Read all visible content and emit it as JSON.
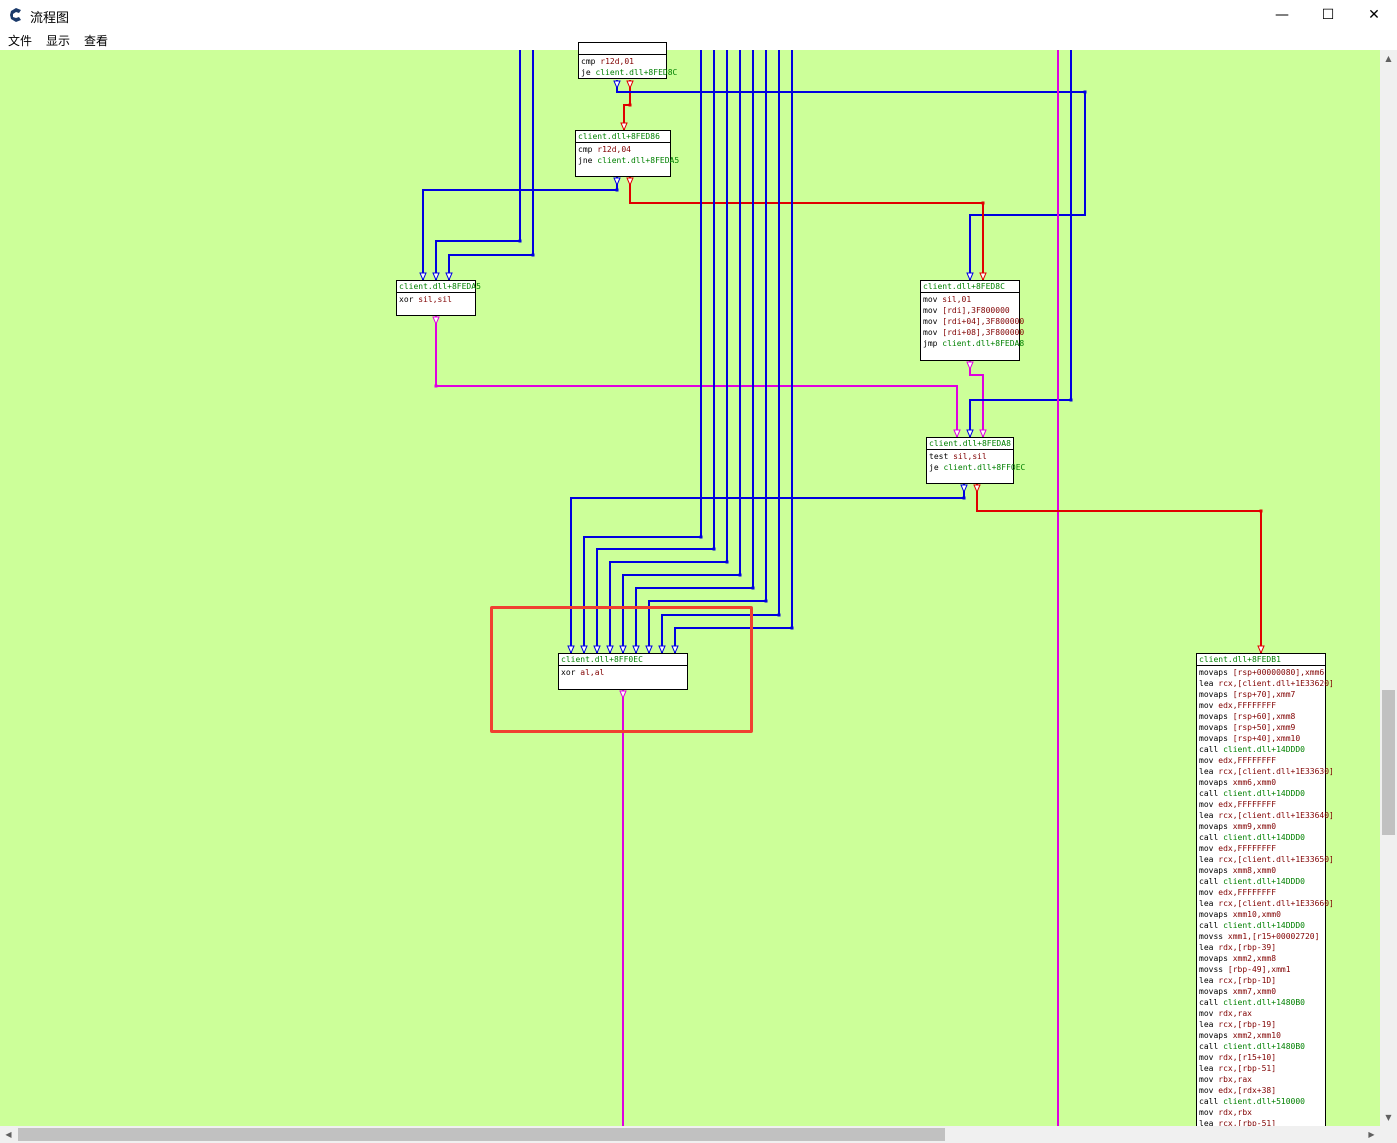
{
  "window": {
    "title": "流程图",
    "minimize": "—",
    "maximize": "☐",
    "close": "✕",
    "icon": "cheat-engine-icon"
  },
  "menu": {
    "items": [
      "文件",
      "显示",
      "查看"
    ]
  },
  "colors": {
    "canvas_bg": "#ccff99",
    "true_edge": "#e00000",
    "false_edge": "#0000e0",
    "jump_edge": "#e000e0",
    "highlight": "#f04030"
  },
  "nodes": {
    "n_top": {
      "header": "",
      "lines": [
        [
          [
            "cmp ",
            "ins"
          ],
          [
            "r12d,01",
            "op-reg"
          ]
        ],
        [
          [
            "je ",
            "ins"
          ],
          [
            "client.dll+8FED8C",
            "op-addr"
          ]
        ]
      ]
    },
    "n_86": {
      "header": "client.dll+8FED86",
      "lines": [
        [
          [
            "cmp ",
            "ins"
          ],
          [
            "r12d,04",
            "op-reg"
          ]
        ],
        [
          [
            "jne ",
            "ins"
          ],
          [
            "client.dll+8FEDA5",
            "op-addr"
          ]
        ]
      ]
    },
    "n_a5": {
      "header": "client.dll+8FEDA5",
      "lines": [
        [
          [
            "xor ",
            "ins"
          ],
          [
            "sil,sil",
            "op-reg"
          ]
        ]
      ]
    },
    "n_8c": {
      "header": "client.dll+8FED8C",
      "lines": [
        [
          [
            "mov ",
            "ins"
          ],
          [
            "sil,01",
            "op-reg"
          ]
        ],
        [
          [
            "mov ",
            "ins"
          ],
          [
            "[rdi],3F800000",
            "op-reg"
          ]
        ],
        [
          [
            "mov ",
            "ins"
          ],
          [
            "[rdi+04],3F800000",
            "op-reg"
          ]
        ],
        [
          [
            "mov ",
            "ins"
          ],
          [
            "[rdi+08],3F800000",
            "op-reg"
          ]
        ],
        [
          [
            "jmp ",
            "ins"
          ],
          [
            "client.dll+8FEDA8",
            "op-addr"
          ]
        ]
      ]
    },
    "n_a8": {
      "header": "client.dll+8FEDA8",
      "lines": [
        [
          [
            "test ",
            "ins"
          ],
          [
            "sil,sil",
            "op-reg"
          ]
        ],
        [
          [
            "je ",
            "ins"
          ],
          [
            "client.dll+8FF0EC",
            "op-addr"
          ]
        ]
      ]
    },
    "n_ec": {
      "header": "client.dll+8FF0EC",
      "lines": [
        [
          [
            "xor ",
            "ins"
          ],
          [
            "al,al",
            "op-reg"
          ]
        ]
      ]
    },
    "n_b1": {
      "header": "client.dll+8FEDB1",
      "lines": [
        [
          [
            "movaps ",
            "ins"
          ],
          [
            "[rsp+00000080],xmm6",
            "op-reg"
          ]
        ],
        [
          [
            "lea ",
            "ins"
          ],
          [
            "rcx,[client.dll+1E33620]",
            "op-reg"
          ]
        ],
        [
          [
            "movaps ",
            "ins"
          ],
          [
            "[rsp+70],xmm7",
            "op-reg"
          ]
        ],
        [
          [
            "mov ",
            "ins"
          ],
          [
            "edx,FFFFFFFF",
            "op-reg"
          ]
        ],
        [
          [
            "movaps ",
            "ins"
          ],
          [
            "[rsp+60],xmm8",
            "op-reg"
          ]
        ],
        [
          [
            "movaps ",
            "ins"
          ],
          [
            "[rsp+50],xmm9",
            "op-reg"
          ]
        ],
        [
          [
            "movaps ",
            "ins"
          ],
          [
            "[rsp+40],xmm10",
            "op-reg"
          ]
        ],
        [
          [
            "call ",
            "ins"
          ],
          [
            "client.dll+14DDD0",
            "op-addr"
          ]
        ],
        [
          [
            "mov ",
            "ins"
          ],
          [
            "edx,FFFFFFFF",
            "op-reg"
          ]
        ],
        [
          [
            "lea ",
            "ins"
          ],
          [
            "rcx,[client.dll+1E33630]",
            "op-reg"
          ]
        ],
        [
          [
            "movaps ",
            "ins"
          ],
          [
            "xmm6,xmm0",
            "op-reg"
          ]
        ],
        [
          [
            "call ",
            "ins"
          ],
          [
            "client.dll+14DDD0",
            "op-addr"
          ]
        ],
        [
          [
            "mov ",
            "ins"
          ],
          [
            "edx,FFFFFFFF",
            "op-reg"
          ]
        ],
        [
          [
            "lea ",
            "ins"
          ],
          [
            "rcx,[client.dll+1E33640]",
            "op-reg"
          ]
        ],
        [
          [
            "movaps ",
            "ins"
          ],
          [
            "xmm9,xmm0",
            "op-reg"
          ]
        ],
        [
          [
            "call ",
            "ins"
          ],
          [
            "client.dll+14DDD0",
            "op-addr"
          ]
        ],
        [
          [
            "mov ",
            "ins"
          ],
          [
            "edx,FFFFFFFF",
            "op-reg"
          ]
        ],
        [
          [
            "lea ",
            "ins"
          ],
          [
            "rcx,[client.dll+1E33650]",
            "op-reg"
          ]
        ],
        [
          [
            "movaps ",
            "ins"
          ],
          [
            "xmm8,xmm0",
            "op-reg"
          ]
        ],
        [
          [
            "call ",
            "ins"
          ],
          [
            "client.dll+14DDD0",
            "op-addr"
          ]
        ],
        [
          [
            "mov ",
            "ins"
          ],
          [
            "edx,FFFFFFFF",
            "op-reg"
          ]
        ],
        [
          [
            "lea ",
            "ins"
          ],
          [
            "rcx,[client.dll+1E33660]",
            "op-reg"
          ]
        ],
        [
          [
            "movaps ",
            "ins"
          ],
          [
            "xmm10,xmm0",
            "op-reg"
          ]
        ],
        [
          [
            "call ",
            "ins"
          ],
          [
            "client.dll+14DDD0",
            "op-addr"
          ]
        ],
        [
          [
            "movss ",
            "ins"
          ],
          [
            "xmm1,[r15+00002720]",
            "op-reg"
          ]
        ],
        [
          [
            "lea ",
            "ins"
          ],
          [
            "rdx,[rbp-39]",
            "op-reg"
          ]
        ],
        [
          [
            "movaps ",
            "ins"
          ],
          [
            "xmm2,xmm8",
            "op-reg"
          ]
        ],
        [
          [
            "movss ",
            "ins"
          ],
          [
            "[rbp-49],xmm1",
            "op-reg"
          ]
        ],
        [
          [
            "lea ",
            "ins"
          ],
          [
            "rcx,[rbp-1D]",
            "op-reg"
          ]
        ],
        [
          [
            "movaps ",
            "ins"
          ],
          [
            "xmm7,xmm0",
            "op-reg"
          ]
        ],
        [
          [
            "call ",
            "ins"
          ],
          [
            "client.dll+1480B0",
            "op-addr"
          ]
        ],
        [
          [
            "mov ",
            "ins"
          ],
          [
            "rdx,rax",
            "op-reg"
          ]
        ],
        [
          [
            "lea ",
            "ins"
          ],
          [
            "rcx,[rbp-19]",
            "op-reg"
          ]
        ],
        [
          [
            "movaps ",
            "ins"
          ],
          [
            "xmm2,xmm10",
            "op-reg"
          ]
        ],
        [
          [
            "call ",
            "ins"
          ],
          [
            "client.dll+1480B0",
            "op-addr"
          ]
        ],
        [
          [
            "mov ",
            "ins"
          ],
          [
            "rdx,[r15+10]",
            "op-reg"
          ]
        ],
        [
          [
            "lea ",
            "ins"
          ],
          [
            "rcx,[rbp-51]",
            "op-reg"
          ]
        ],
        [
          [
            "mov ",
            "ins"
          ],
          [
            "rbx,rax",
            "op-reg"
          ]
        ],
        [
          [
            "mov ",
            "ins"
          ],
          [
            "edx,[rdx+38]",
            "op-reg"
          ]
        ],
        [
          [
            "call ",
            "ins"
          ],
          [
            "client.dll+510000",
            "op-addr"
          ]
        ],
        [
          [
            "mov ",
            "ins"
          ],
          [
            "rdx,rbx",
            "op-reg"
          ]
        ],
        [
          [
            "lea ",
            "ins"
          ],
          [
            "rcx,[rbp-51]",
            "op-reg"
          ]
        ]
      ]
    }
  }
}
